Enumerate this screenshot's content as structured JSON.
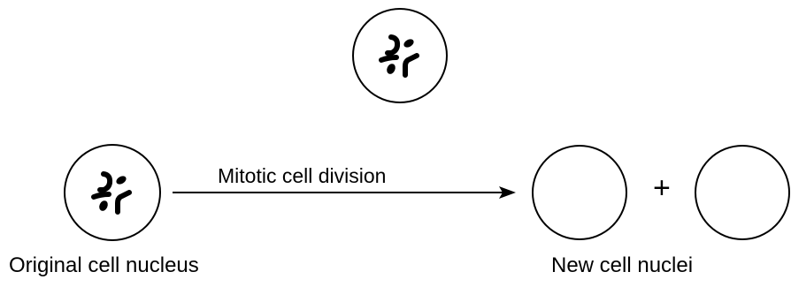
{
  "diagram": {
    "arrow_label": "Mitotic cell division",
    "original_label": "Original cell nucleus",
    "new_label": "New cell nuclei",
    "plus_sign": "+"
  },
  "colors": {
    "stroke": "#000000",
    "chromosome_fill": "#000000",
    "background": "#ffffff"
  },
  "icons": [
    "cell-nucleus-with-chromosomes-icon",
    "empty-cell-nucleus-icon",
    "arrow-right-icon"
  ]
}
